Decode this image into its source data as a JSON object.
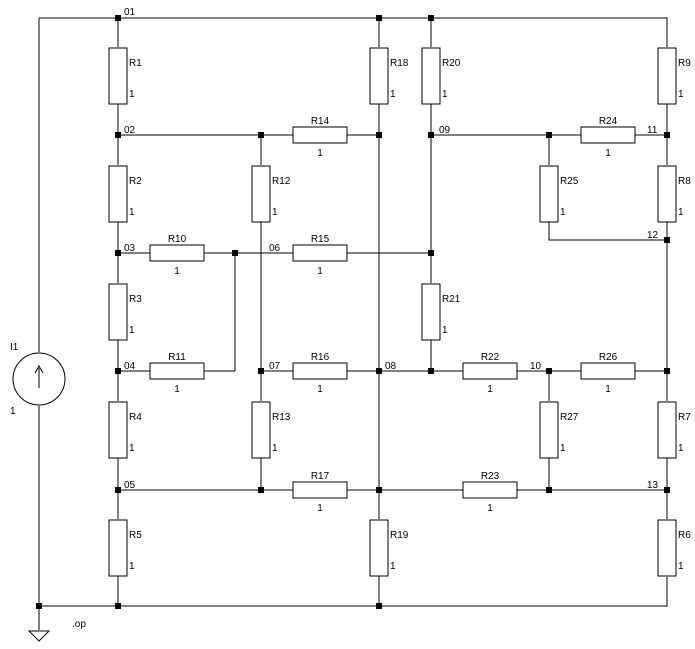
{
  "title": "",
  "colors": {
    "wire": "#000000",
    "background": "#ffffff"
  },
  "source": {
    "name": "I1",
    "value": "1",
    "icon": "current-source-icon"
  },
  "ground": {
    "label": ".op",
    "icon": "ground-icon"
  },
  "nodes": [
    "01",
    "02",
    "03",
    "04",
    "05",
    "06",
    "07",
    "08",
    "09",
    "10",
    "11",
    "12",
    "13"
  ],
  "resistors": [
    {
      "name": "R1",
      "value": "1"
    },
    {
      "name": "R2",
      "value": "1"
    },
    {
      "name": "R3",
      "value": "1"
    },
    {
      "name": "R4",
      "value": "1"
    },
    {
      "name": "R5",
      "value": "1"
    },
    {
      "name": "R6",
      "value": "1"
    },
    {
      "name": "R7",
      "value": "1"
    },
    {
      "name": "R8",
      "value": "1"
    },
    {
      "name": "R9",
      "value": "1"
    },
    {
      "name": "R10",
      "value": "1"
    },
    {
      "name": "R11",
      "value": "1"
    },
    {
      "name": "R12",
      "value": "1"
    },
    {
      "name": "R13",
      "value": "1"
    },
    {
      "name": "R14",
      "value": "1"
    },
    {
      "name": "R15",
      "value": "1"
    },
    {
      "name": "R16",
      "value": "1"
    },
    {
      "name": "R17",
      "value": "1"
    },
    {
      "name": "R18",
      "value": "1"
    },
    {
      "name": "R19",
      "value": "1"
    },
    {
      "name": "R20",
      "value": "1"
    },
    {
      "name": "R21",
      "value": "1"
    },
    {
      "name": "R22",
      "value": "1"
    },
    {
      "name": "R23",
      "value": "1"
    },
    {
      "name": "R24",
      "value": "1"
    },
    {
      "name": "R25",
      "value": "1"
    },
    {
      "name": "R26",
      "value": "1"
    },
    {
      "name": "R27",
      "value": "1"
    }
  ]
}
